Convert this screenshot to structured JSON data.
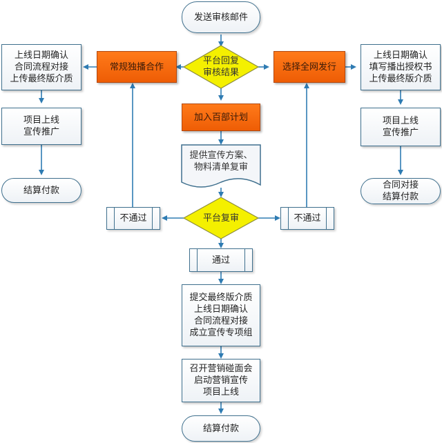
{
  "diagram": {
    "type": "flowchart",
    "nodes": {
      "send_email": "发送审核邮件",
      "platform_reply": "平台回复\n审核结果",
      "regular_exclusive": "常规独播合作",
      "select_network": "选择全网发行",
      "join_hundred": "加入百部计划",
      "left_confirm": "上线日期确认\n合同流程对接\n上传最终版介质",
      "right_confirm": "上线日期确认\n填写播出授权书\n上传最终版介质",
      "left_launch": "项目上线\n宣传推广",
      "right_launch": "项目上线\n宣传推广",
      "left_settle": "结算付款",
      "right_settle": "合同对接\n结算付款",
      "provide_plan": "提供宣传方案、\n物料清单复审",
      "platform_review": "平台复审",
      "reject_left": "不通过",
      "reject_right": "不通过",
      "pass": "通过",
      "submit_final": "提交最终版介质\n上线日期确认\n合同流程对接\n成立宣传专项组",
      "kickoff": "召开营销碰面会\n启动营销宣传\n项目上线",
      "final_settle": "结算付款"
    },
    "colors": {
      "orange_fill": "#f26a0c",
      "diamond_fill": "#f4f000",
      "line": "#2e7bb2",
      "box_border": "#3e6f8d"
    }
  }
}
